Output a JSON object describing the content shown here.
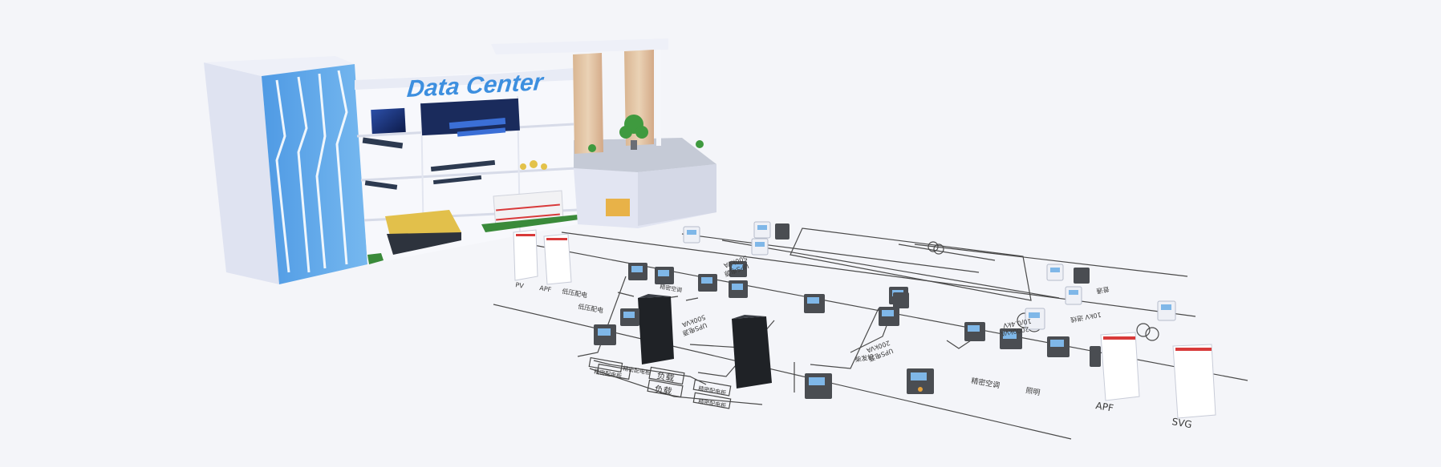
{
  "building": {
    "title": "Data Center"
  },
  "labels": {
    "pv": "PV",
    "apf": "APF",
    "svg": "SVG",
    "apf_small": "APF",
    "dw_1": "普通",
    "dw_2": "精密空调",
    "kv10": "10kV 进线",
    "kv04": "10/0.4kV",
    "kva_2000": "2000kVA",
    "ups_1": "500kVA",
    "ups_1b": "UPS电源",
    "ups_2": "500kVA",
    "ups_2b": "UPS电源",
    "kva_200": "200kVA",
    "kva_200b": "UPS电源",
    "chufa": "柴发机",
    "load_1": "负载",
    "load_2": "负载",
    "pdu_1": "精密配电柜",
    "pdu_2": "精密配电柜",
    "pdu_3": "精密配电柜",
    "pdu_4": "精密配电柜",
    "ac": "精密空调",
    "light": "照明",
    "dist_1": "低压配电",
    "dist_2": "低压配电"
  },
  "colors": {
    "background": "#f4f5f9",
    "tower_blue": "#5aa5e8",
    "title_blue": "#3d8fdf",
    "line": "#4a4a4a",
    "meter_body": "#4a4d52",
    "meter_screen": "#7fb7e8",
    "cabinet_red": "#d83a3a"
  }
}
